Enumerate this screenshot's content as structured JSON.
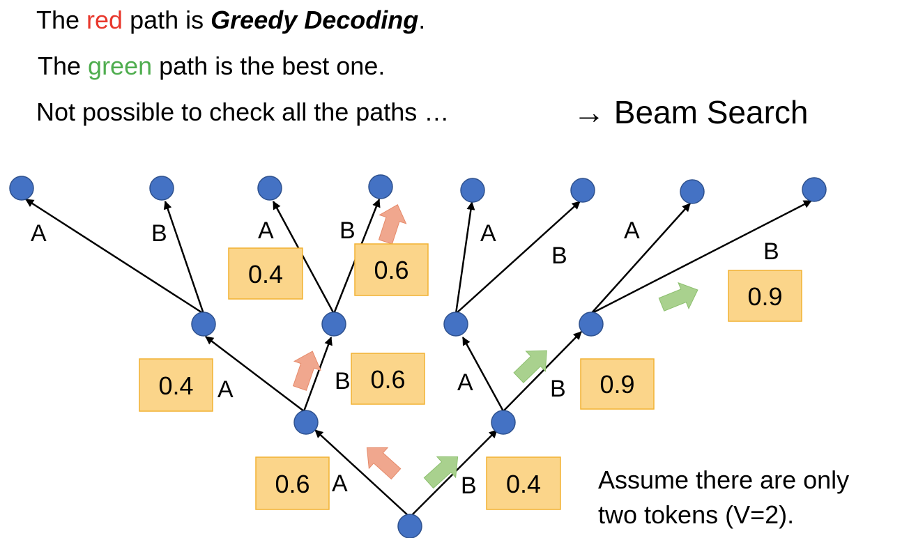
{
  "header": {
    "line1": {
      "pre": "The ",
      "red": "red",
      "mid": " path is ",
      "bold": "Greedy Decoding",
      "post": "."
    },
    "line2": {
      "pre": "The ",
      "green": "green",
      "post": " path is the best one."
    },
    "line3": "Not possible to check all the paths …",
    "beam": "→ Beam Search"
  },
  "note": {
    "line1": "Assume there are only",
    "line2": "two tokens (V=2)."
  },
  "colors": {
    "red_text": "#e8372c",
    "green_text": "#4fad4f",
    "node": "#4472c4",
    "box": "#fbd58a",
    "red_arrow": "#f0a78e",
    "green_arrow": "#a9d18e"
  },
  "tree": {
    "edge_labels": [
      "A",
      "B",
      "A",
      "B",
      "A",
      "B",
      "A",
      "B",
      "A",
      "B",
      "A",
      "B",
      "A",
      "B"
    ],
    "probabilities": [
      "0.6",
      "0.4",
      "0.4",
      "0.6",
      "0.9",
      "0.4",
      "0.6",
      "0.9"
    ]
  }
}
